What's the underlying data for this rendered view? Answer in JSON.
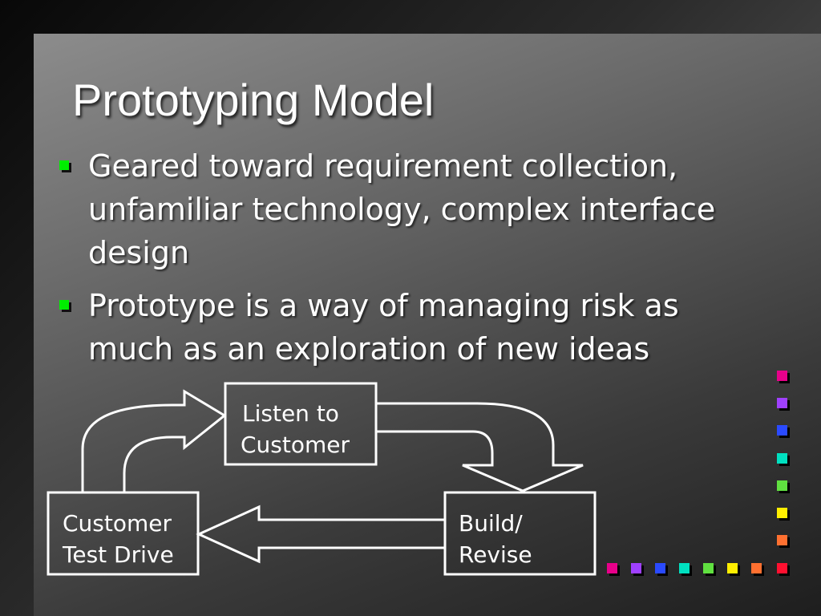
{
  "slide": {
    "title": "Prototyping Model",
    "bullets": [
      {
        "text": "Geared toward requirement collection, unfamiliar technology, complex interface design"
      },
      {
        "text": "Prototype is a way of managing risk as much as an exploration of new ideas"
      }
    ],
    "bullet_color": "#00ee00"
  },
  "diagram": {
    "nodes": {
      "listen": {
        "line1": "Listen to",
        "line2": "Customer"
      },
      "build": {
        "line1": "Build/",
        "line2": "Revise"
      },
      "test": {
        "line1": "Customer",
        "line2": "Test Drive"
      }
    },
    "edges": [
      {
        "from": "listen",
        "to": "build"
      },
      {
        "from": "build",
        "to": "test"
      },
      {
        "from": "test",
        "to": "listen"
      }
    ]
  },
  "decor": {
    "square_colors": [
      "#e8008a",
      "#a040ff",
      "#2a4aff",
      "#00e0c0",
      "#60e040",
      "#ffee00",
      "#ff7030",
      "#ff1030"
    ]
  }
}
